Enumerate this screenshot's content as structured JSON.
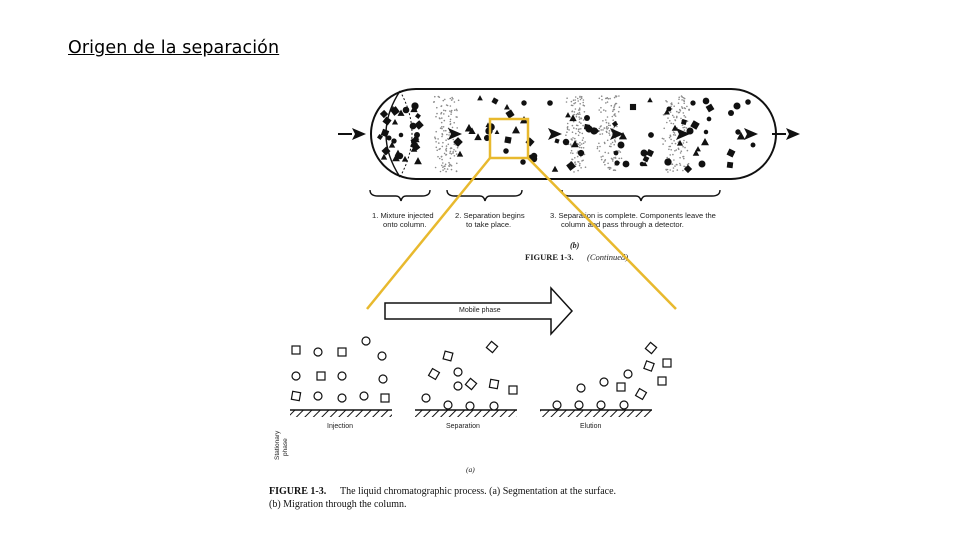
{
  "slide": {
    "title": "Origen de la separación"
  },
  "column_figure": {
    "steps": [
      "1. Mixture injected",
      "onto column.",
      "2. Separation begins",
      "to take place.",
      "3. Separation is complete. Components leave the",
      "column and pass through a detector."
    ],
    "panel_label": "(b)",
    "caption_bold": "FIGURE 1-3.",
    "caption_italic": "(Continued)"
  },
  "surface_figure": {
    "mobile_phase_label": "Mobile phase",
    "stationary_label_line1": "Stationary",
    "stationary_label_line2": "phase",
    "stages": [
      "Injection",
      "Separation",
      "Elution"
    ],
    "panel_label": "(a)",
    "caption_bold": "FIGURE 1-3.",
    "caption_text_line1": "The liquid chromatographic process. (a) Segmentation at the surface.",
    "caption_text_line2": "(b) Migration through the column."
  },
  "colors": {
    "highlight": "#E8B92E",
    "ink": "#111111"
  }
}
